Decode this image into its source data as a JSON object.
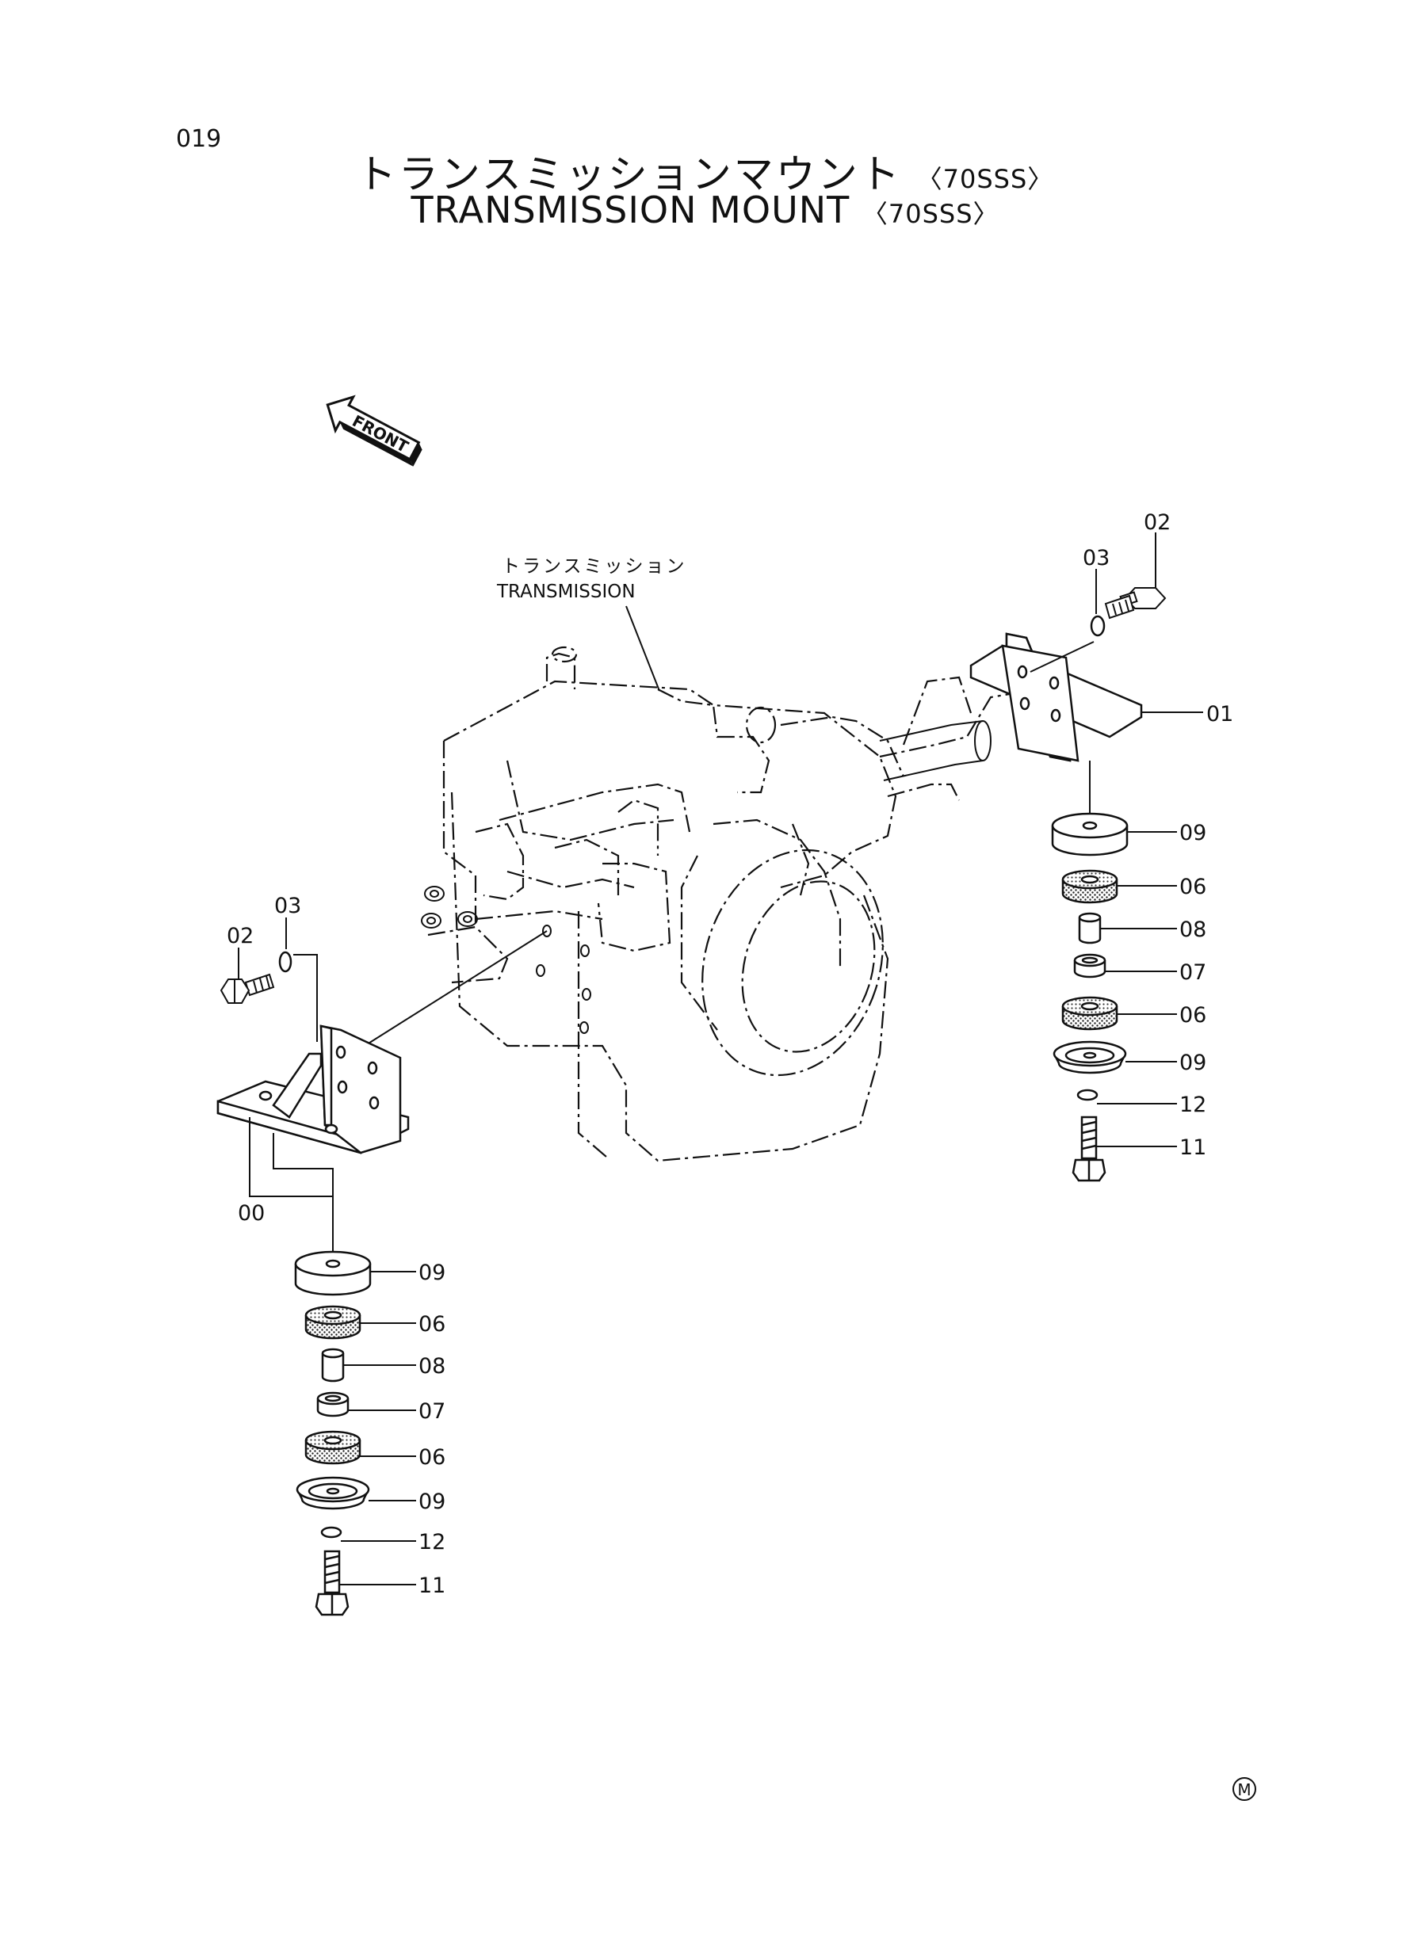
{
  "page_number": "019",
  "title": {
    "japanese": "トランスミッションマウント",
    "english": "TRANSMISSION MOUNT",
    "suffix": "〈70SSS〉"
  },
  "front_arrow_label": "FRONT",
  "transmission_label": {
    "japanese": "トランスミッション",
    "english": "TRANSMISSION"
  },
  "part_callouts": {
    "right_bolt": "02",
    "right_washer": "03",
    "right_bracket": "01",
    "right_cap_top": "09",
    "right_cushion_top": "06",
    "right_collar": "08",
    "right_spacer": "07",
    "right_cushion_bottom": "06",
    "right_cap_bottom": "09",
    "right_lock_washer": "12",
    "right_bolt_bottom": "11",
    "left_bolt": "02",
    "left_washer": "03",
    "left_bracket": "00",
    "left_cap_top": "09",
    "left_cushion_top": "06",
    "left_collar": "08",
    "left_spacer": "07",
    "left_cushion_bottom": "06",
    "left_cap_bottom": "09",
    "left_lock_washer": "12",
    "left_bolt_bottom": "11"
  },
  "corner_mark": "M"
}
